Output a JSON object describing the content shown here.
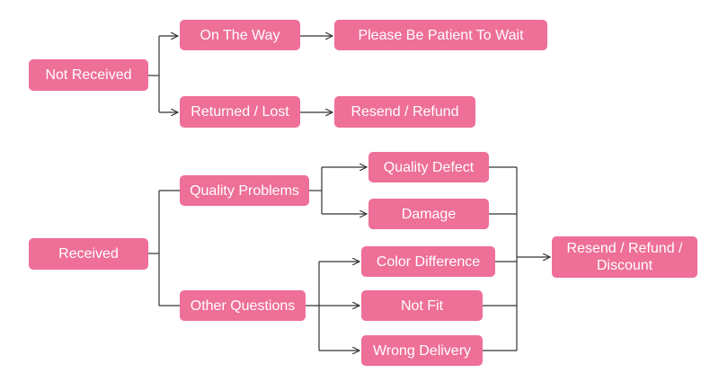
{
  "colors": {
    "node_fill": "#ee6f97",
    "node_text": "#ffffff",
    "connector": "#333333"
  },
  "nodes": {
    "not_received": "Not Received",
    "on_the_way": "On The Way",
    "please_wait": "Please Be Patient To Wait",
    "returned_lost": "Returned / Lost",
    "resend_refund": "Resend / Refund",
    "received": "Received",
    "quality_problems": "Quality Problems",
    "quality_defect": "Quality Defect",
    "damage": "Damage",
    "other_questions": "Other Questions",
    "color_difference": "Color Difference",
    "not_fit": "Not Fit",
    "wrong_delivery": "Wrong Delivery",
    "resend_refund_discount": "Resend / Refund / Discount"
  }
}
